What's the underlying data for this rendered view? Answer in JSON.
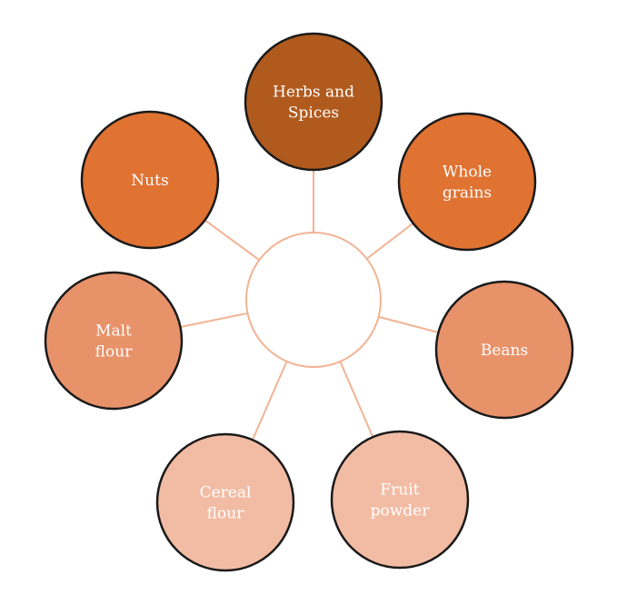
{
  "diagram": {
    "center_label": "",
    "nodes": [
      {
        "id": "herbs-and-spices",
        "lines": [
          "Herbs and",
          "Spices"
        ],
        "fill": "#b05a1e"
      },
      {
        "id": "whole-grains",
        "lines": [
          "Whole",
          "grains"
        ],
        "fill": "#e07232"
      },
      {
        "id": "beans",
        "lines": [
          "Beans"
        ],
        "fill": "#e8926a"
      },
      {
        "id": "fruit-powder",
        "lines": [
          "Fruit",
          "powder"
        ],
        "fill": "#f2bca4"
      },
      {
        "id": "cereal-flour",
        "lines": [
          "Cereal",
          "flour"
        ],
        "fill": "#f2bca4"
      },
      {
        "id": "malt-flour",
        "lines": [
          "Malt",
          "flour"
        ],
        "fill": "#e8926a"
      },
      {
        "id": "nuts",
        "lines": [
          "Nuts"
        ],
        "fill": "#e07232"
      }
    ],
    "colors": {
      "connector": "#f2b394",
      "outline": "#1a1a1a",
      "text": "#ffffff"
    }
  }
}
